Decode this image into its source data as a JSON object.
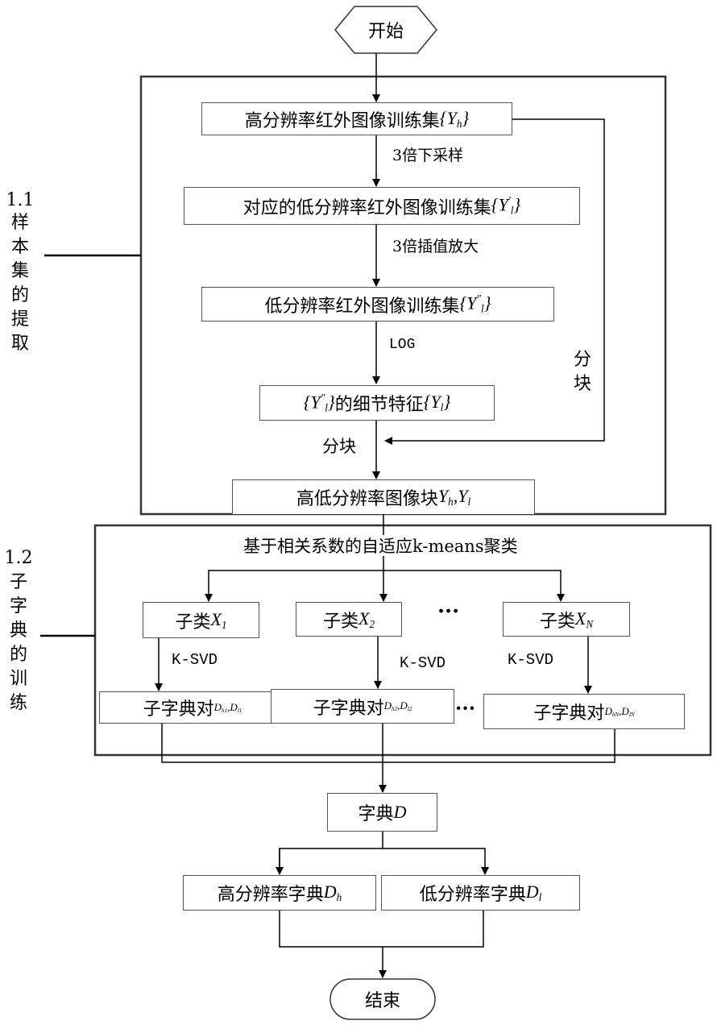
{
  "start": "开始",
  "end": "结束",
  "section1": {
    "number": "1.1",
    "title_chars": [
      "样",
      "本",
      "集",
      "的",
      "提",
      "取"
    ]
  },
  "section2": {
    "number": "1.2",
    "title_chars": [
      "子",
      "字",
      "典",
      "的",
      "训",
      "练"
    ]
  },
  "nodes": {
    "hr_set": {
      "text": "高分辨率红外图像训练集",
      "math": "{Y",
      "sub": "h",
      "close": "}"
    },
    "lr_set": {
      "text": "对应的低分辨率红外图像训练集",
      "math": "{Y",
      "sup": "′",
      "sub": "l",
      "close": "}"
    },
    "lr_interp_set": {
      "text": "低分辨率红外图像训练集",
      "math": "{Y",
      "sup": "″",
      "sub": "l",
      "close": "}"
    },
    "detail": {
      "part1": "{Y",
      "sup": "″",
      "sub": "l",
      "close1": "}",
      "text": " 的细节特征 ",
      "part2": "{Y",
      "sub2": "l",
      "close2": "}"
    },
    "patches": {
      "text": "高低分辨率图像块",
      "math1": "Y",
      "sub1": "h",
      "sep": ",",
      "math2": "Y",
      "sub2": "l"
    },
    "cluster": {
      "text": "基于相关系数的自适应k-means聚类"
    },
    "subclass1": {
      "text": "子类",
      "math": "X",
      "sub": "1"
    },
    "subclass2": {
      "text": "子类",
      "math": "X",
      "sub": "2"
    },
    "subclassN": {
      "text": "子类",
      "math": "X",
      "sub": "N"
    },
    "subdict1": {
      "text": "子字典对",
      "m1": "D",
      "s1": "h1",
      "sep": ",",
      "m2": "D",
      "s2": "l1"
    },
    "subdict2": {
      "text": "子字典对",
      "m1": "D",
      "s1": "h2",
      "sep": ",",
      "m2": "D",
      "s2": "l2"
    },
    "subdictN": {
      "text": "子字典对",
      "m1": "D",
      "s1": "hN",
      "sep": ",",
      "m2": "D",
      "s2": "lN"
    },
    "dict": {
      "text": "字典",
      "math": "D"
    },
    "hr_dict": {
      "text": "高分辨率字典",
      "math": "D",
      "sub": "h"
    },
    "lr_dict": {
      "text": "低分辨率字典",
      "math": "D",
      "sub": "l"
    }
  },
  "edge_labels": {
    "downsample": "3倍下采样",
    "interp": "3倍插值放大",
    "log": "LOG",
    "block_right_chars": [
      "分",
      "块"
    ],
    "block_left": "分块",
    "ksvd1": "K-SVD",
    "ksvd2": "K-SVD",
    "ksvdN": "K-SVD",
    "dots_top": "···",
    "dots_bottom": "···"
  }
}
